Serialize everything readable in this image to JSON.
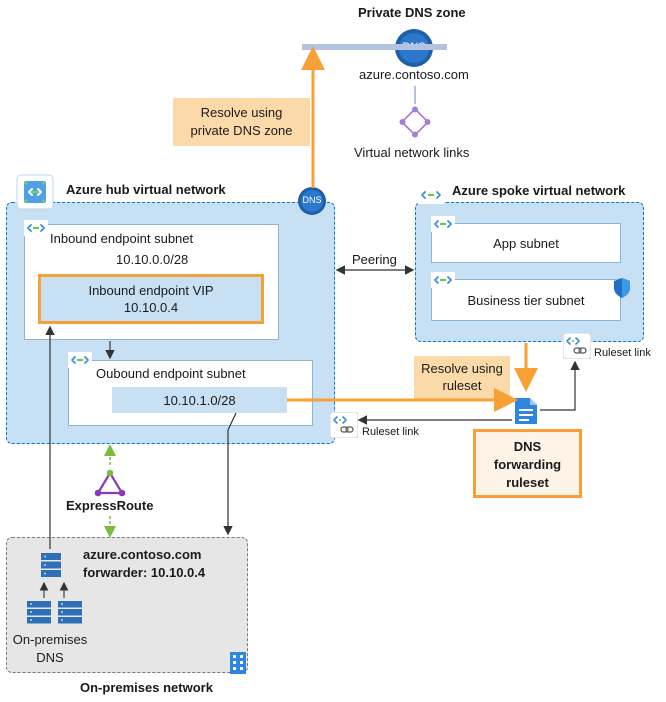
{
  "private_dns": {
    "title": "Private DNS zone",
    "icon_label": "DNS",
    "zone_name": "azure.contoso.com",
    "vnet_links_label": "Virtual network links"
  },
  "resolve_private": {
    "line1": "Resolve using",
    "line2": "private DNS zone"
  },
  "hub": {
    "title": "Azure hub virtual network",
    "dns_badge": "DNS",
    "inbound_subnet_label": "Inbound endpoint subnet",
    "inbound_subnet_cidr": "10.10.0.0/28",
    "inbound_vip_label": "Inbound endpoint VIP",
    "inbound_vip_ip": "10.10.0.4",
    "outbound_subnet_label": "Oubound endpoint subnet",
    "outbound_subnet_cidr": "10.10.1.0/28"
  },
  "peering_label": "Peering",
  "spoke": {
    "title": "Azure spoke virtual network",
    "app_subnet": "App subnet",
    "business_subnet": "Business tier subnet"
  },
  "resolve_ruleset": {
    "line1": "Resolve using",
    "line2": "ruleset"
  },
  "ruleset_link_spoke": "Ruleset link",
  "ruleset_link_hub": "Ruleset link",
  "dns_ruleset": {
    "line1": "DNS",
    "line2": "forwarding",
    "line3": "ruleset"
  },
  "expressroute_label": "ExpressRoute",
  "onprem": {
    "forwarder_line1": "azure.contoso.com",
    "forwarder_line2": "forwarder: 10.10.0.4",
    "dns_line1": "On-premises",
    "dns_line2": "DNS",
    "network_title": "On-premises network"
  },
  "colors": {
    "orange": "#f7a035",
    "azure_blue": "#0078d4",
    "vnet_fill": "#c7e0f4",
    "callout": "#fcd9a8",
    "expressroute_purple": "#8a3ab9",
    "expressroute_green": "#7cbb42"
  },
  "icons": [
    "vnet-icon",
    "dns-zone-icon",
    "virtual-network-links-icon",
    "shield-icon",
    "link-icon",
    "ruleset-document-icon",
    "expressroute-icon",
    "server-icon",
    "building-icon"
  ]
}
